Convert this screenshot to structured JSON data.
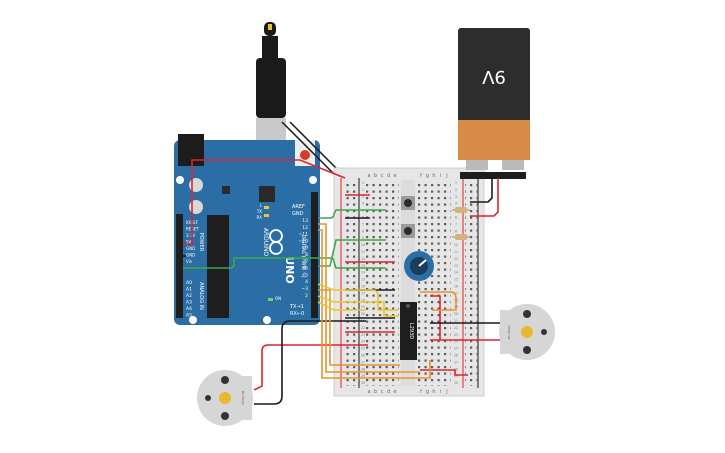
{
  "arduino": {
    "board_name": "UNO",
    "logo_text": "ARDUINO",
    "aref_label": "AREF",
    "gnd_label": "GND",
    "digital_label": "DIGITAL (PWM ~)",
    "power_label": "POWER",
    "analog_label": "ANALOG IN",
    "tx_label": "TX→1",
    "rx_label": "RX←0",
    "tx_led": "TX",
    "rx_led": "RX",
    "l_led": "L",
    "on_led": "ON",
    "power_pins": [
      "IOREF",
      "RESET",
      "3.3V",
      "5V",
      "GND",
      "GND",
      "Vin"
    ],
    "analog_pins": [
      "A0",
      "A1",
      "A2",
      "A3",
      "A4",
      "A5"
    ],
    "digital_pins": [
      "13",
      "12",
      "~11",
      "~10",
      "~9",
      "8",
      "7",
      "~6",
      "~5",
      "4",
      "~3",
      "2"
    ]
  },
  "breadboard": {
    "col_letters_left": [
      "a",
      "b",
      "c",
      "d",
      "e"
    ],
    "col_letters_right": [
      "f",
      "g",
      "h",
      "i",
      "j"
    ],
    "row_numbers": [
      "1",
      "2",
      "3",
      "4",
      "5",
      "6",
      "7",
      "8",
      "9",
      "10",
      "11",
      "12",
      "13",
      "14",
      "15",
      "16",
      "17",
      "18",
      "19",
      "20",
      "21",
      "22",
      "23",
      "24",
      "25",
      "26",
      "27",
      "28",
      "29",
      "30"
    ]
  },
  "ic": {
    "label": "L293D"
  },
  "battery": {
    "label": "9V"
  },
  "motor_left": {
    "label": "DC Motor"
  },
  "motor_right": {
    "label": "DC Motor"
  },
  "colors": {
    "board_blue": "#2b6ea6",
    "wire_red": "#e0242a",
    "wire_black": "#1a1a1a",
    "wire_green": "#3aa84a",
    "wire_orange": "#e8922a",
    "wire_yellow": "#e8c62a",
    "battery_dark": "#2d2d2d",
    "battery_copper": "#d98c4a"
  }
}
